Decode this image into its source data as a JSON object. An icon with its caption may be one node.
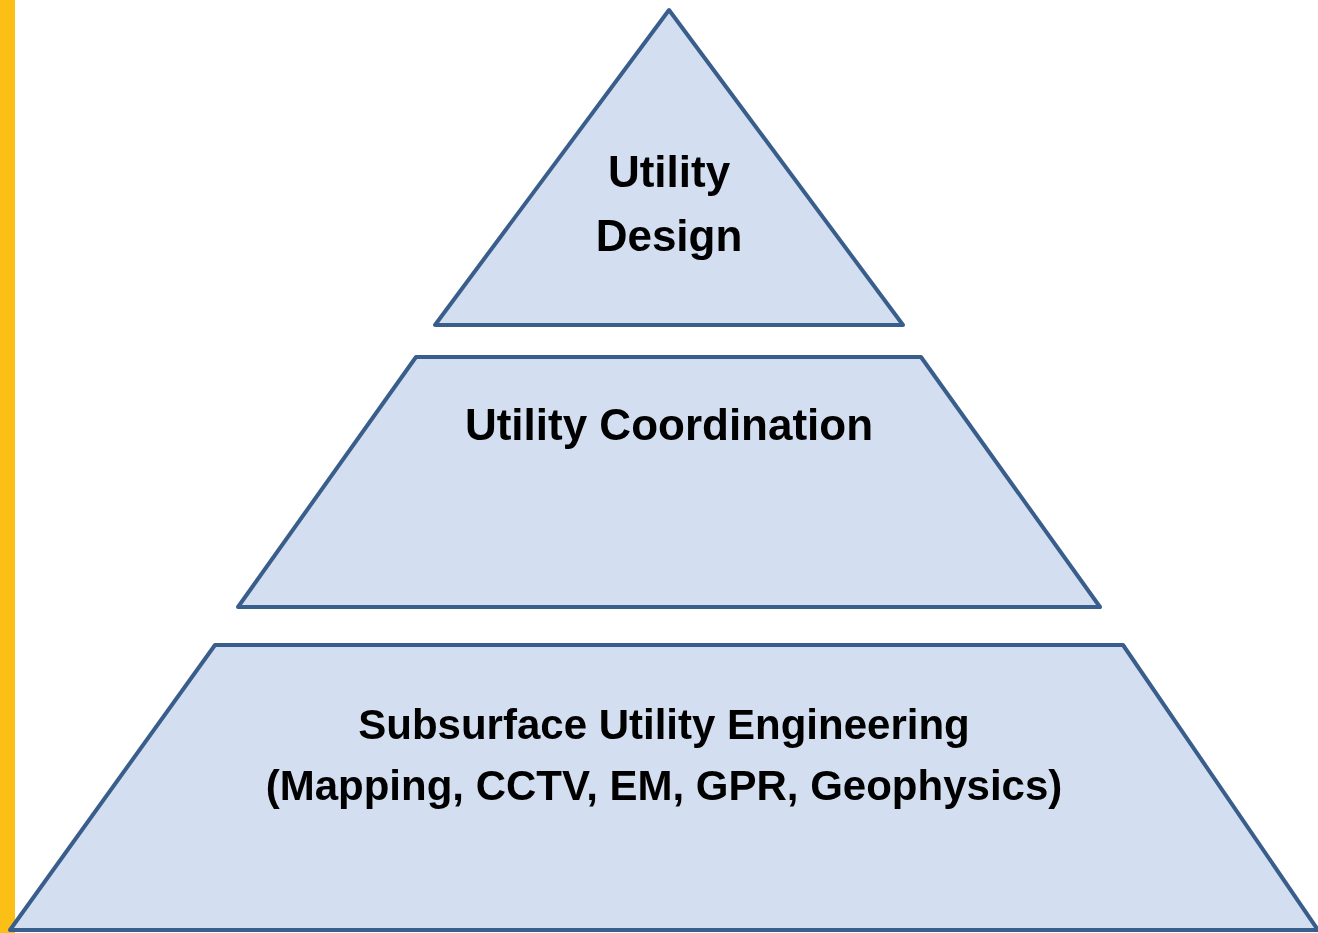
{
  "diagram": {
    "nodes": [
      {
        "text": [
          "Utility Design"
        ]
      },
      {
        "text": [
          "Utility Coordination"
        ]
      },
      {
        "text": [
          "Subsurface Utility Engineering",
          "(Mapping, CCTV, EM, GPR, Geophysics)"
        ]
      }
    ]
  }
}
